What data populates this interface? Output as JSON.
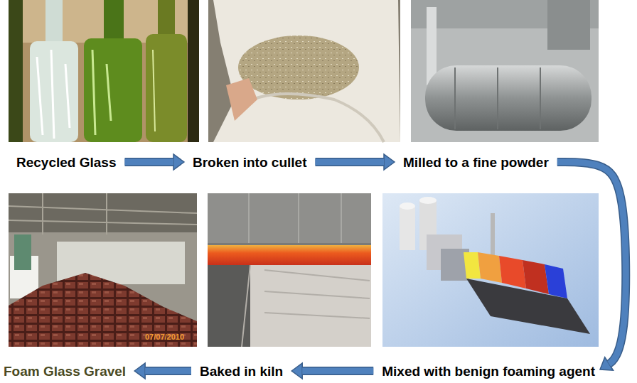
{
  "diagram": {
    "nodes": [
      {
        "text": [
          "Recycled Glass"
        ]
      },
      {
        "text": [
          "Broken into cullet"
        ]
      },
      {
        "text": [
          "Milled to a fine powder"
        ]
      },
      {
        "text": [
          "Mixed with benign foaming agent"
        ]
      },
      {
        "text": [
          "Baked in kiln"
        ]
      },
      {
        "text": [
          "Foam Glass Gravel"
        ]
      }
    ],
    "edges": [
      {
        "from": 0,
        "to": 1,
        "arrow": "to"
      },
      {
        "from": 1,
        "to": 2,
        "arrow": "to"
      },
      {
        "from": 2,
        "to": 3,
        "arrow": "to"
      },
      {
        "from": 3,
        "to": 4,
        "arrow": "to"
      },
      {
        "from": 4,
        "to": 5,
        "arrow": "to"
      }
    ],
    "labels": [
      "07/07/2010"
    ]
  }
}
